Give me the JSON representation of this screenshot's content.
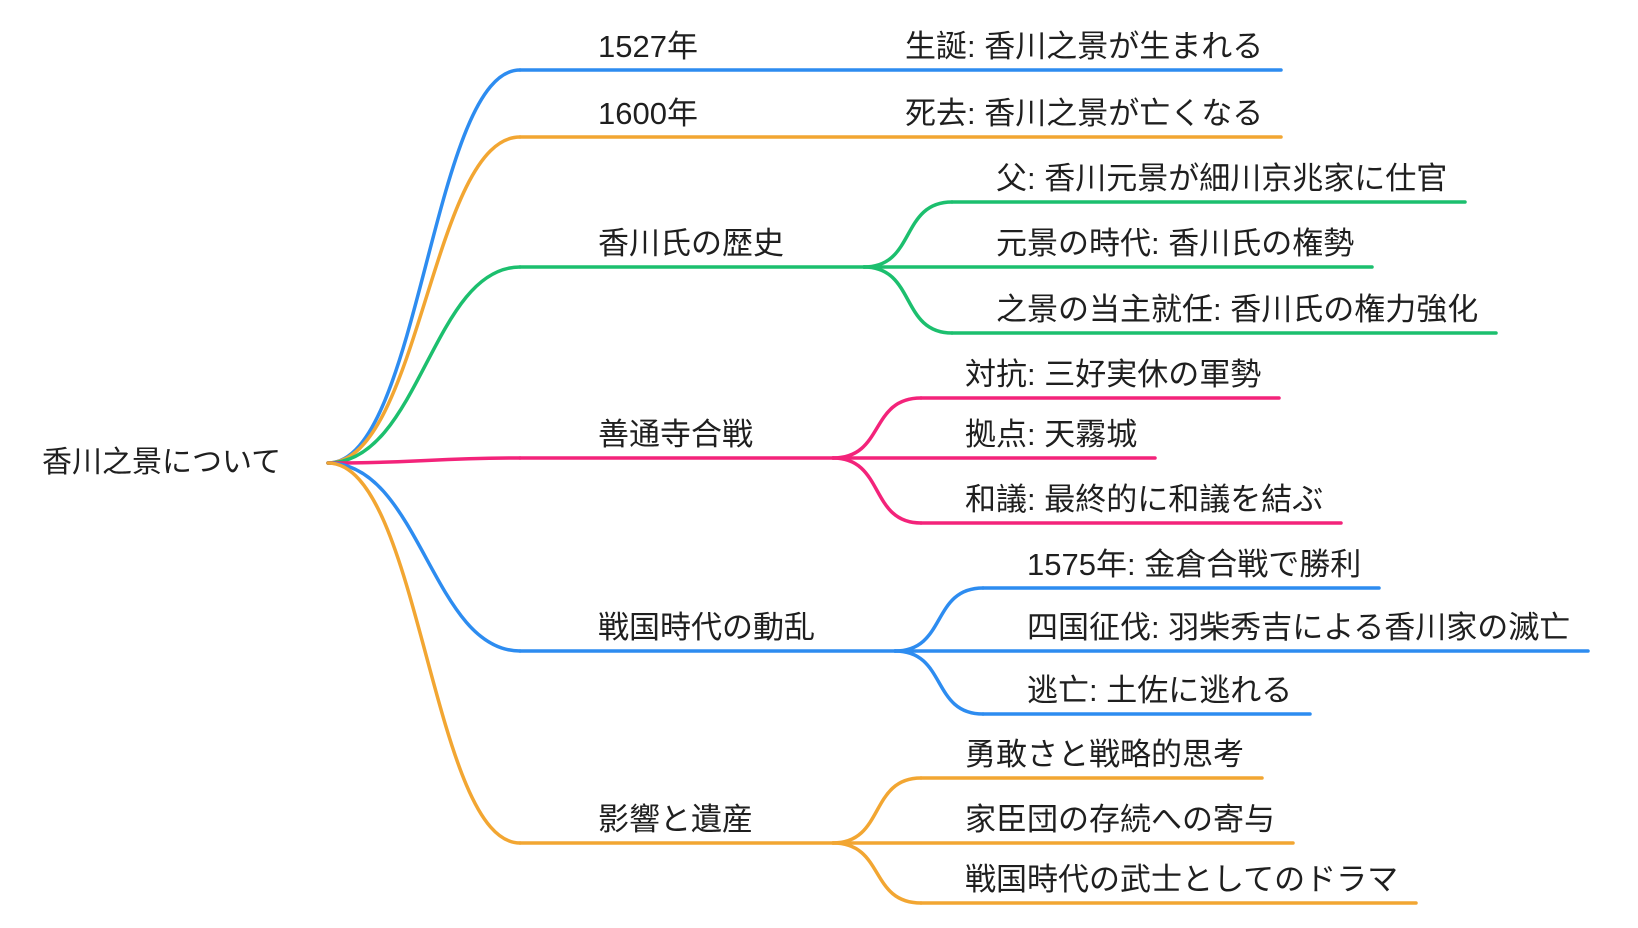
{
  "root": {
    "label": "香川之景について"
  },
  "colors": {
    "blue": "#2D8CF0",
    "orange": "#F2A632",
    "green": "#1CBF6E",
    "pink": "#F3237A"
  },
  "branches": [
    {
      "label": "1527年",
      "color": "#2D8CF0",
      "children": [
        {
          "label": "生誕: 香川之景が生まれる"
        }
      ]
    },
    {
      "label": "1600年",
      "color": "#F2A632",
      "children": [
        {
          "label": "死去: 香川之景が亡くなる"
        }
      ]
    },
    {
      "label": "香川氏の歴史",
      "color": "#1CBF6E",
      "children": [
        {
          "label": "父: 香川元景が細川京兆家に仕官"
        },
        {
          "label": "元景の時代: 香川氏の権勢"
        },
        {
          "label": "之景の当主就任: 香川氏の権力強化"
        }
      ]
    },
    {
      "label": "善通寺合戦",
      "color": "#F3237A",
      "children": [
        {
          "label": "対抗: 三好実休の軍勢"
        },
        {
          "label": "拠点: 天霧城"
        },
        {
          "label": "和議: 最終的に和議を結ぶ"
        }
      ]
    },
    {
      "label": "戦国時代の動乱",
      "color": "#2D8CF0",
      "children": [
        {
          "label": "1575年: 金倉合戦で勝利"
        },
        {
          "label": "四国征伐: 羽柴秀吉による香川家の滅亡"
        },
        {
          "label": "逃亡: 土佐に逃れる"
        }
      ]
    },
    {
      "label": "影響と遺産",
      "color": "#F2A632",
      "children": [
        {
          "label": "勇敢さと戦略的思考"
        },
        {
          "label": "家臣団の存続への寄与"
        },
        {
          "label": "戦国時代の武士としてのドラマ"
        }
      ]
    }
  ]
}
